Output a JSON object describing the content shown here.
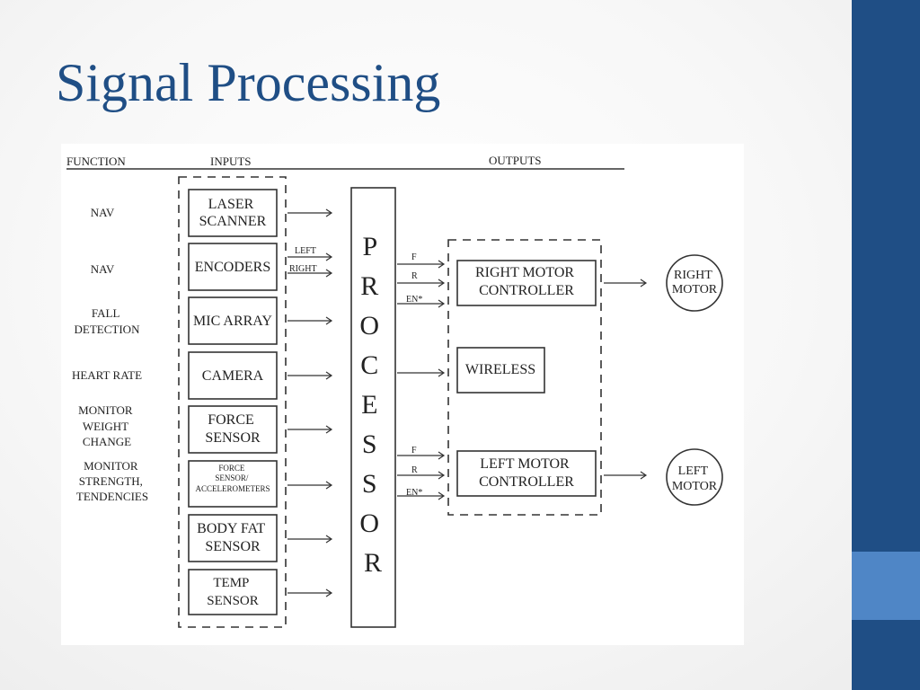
{
  "title": "Signal Processing",
  "diagram": {
    "headers": {
      "function": "FUNCTION",
      "inputs": "INPUTS",
      "outputs": "OUTPUTS"
    },
    "functions": [
      [
        "NAV"
      ],
      [
        "NAV"
      ],
      [
        "FALL",
        "DETECTION"
      ],
      [
        "HEART RATE"
      ],
      [
        "MONITOR",
        "WEIGHT",
        "CHANGE"
      ],
      [
        "MONITOR",
        "STRENGTH,",
        "TENDENCIES"
      ]
    ],
    "inputs": [
      [
        "LASER",
        "SCANNER"
      ],
      [
        "ENCODERS"
      ],
      [
        "MIC ARRAY"
      ],
      [
        "CAMERA"
      ],
      [
        "FORCE",
        "SENSOR"
      ],
      [
        "FORCE",
        "SENSOR/",
        "ACCELEROMETERS"
      ],
      [
        "BODY FAT",
        "SENSOR"
      ],
      [
        "TEMP",
        "SENSOR"
      ]
    ],
    "encoder_signals": [
      "LEFT",
      "RIGHT"
    ],
    "processor": [
      "P",
      "R",
      "O",
      "C",
      "E",
      "S",
      "S",
      "O",
      "R"
    ],
    "motor_signals": [
      "F",
      "R",
      "EN*"
    ],
    "controllers": {
      "right": [
        "RIGHT MOTOR",
        "CONTROLLER"
      ],
      "wireless": "WIRELESS",
      "left": [
        "LEFT MOTOR",
        "CONTROLLER"
      ]
    },
    "motors": {
      "right": [
        "RIGHT",
        "MOTOR"
      ],
      "left": [
        "LEFT",
        "MOTOR"
      ]
    }
  }
}
